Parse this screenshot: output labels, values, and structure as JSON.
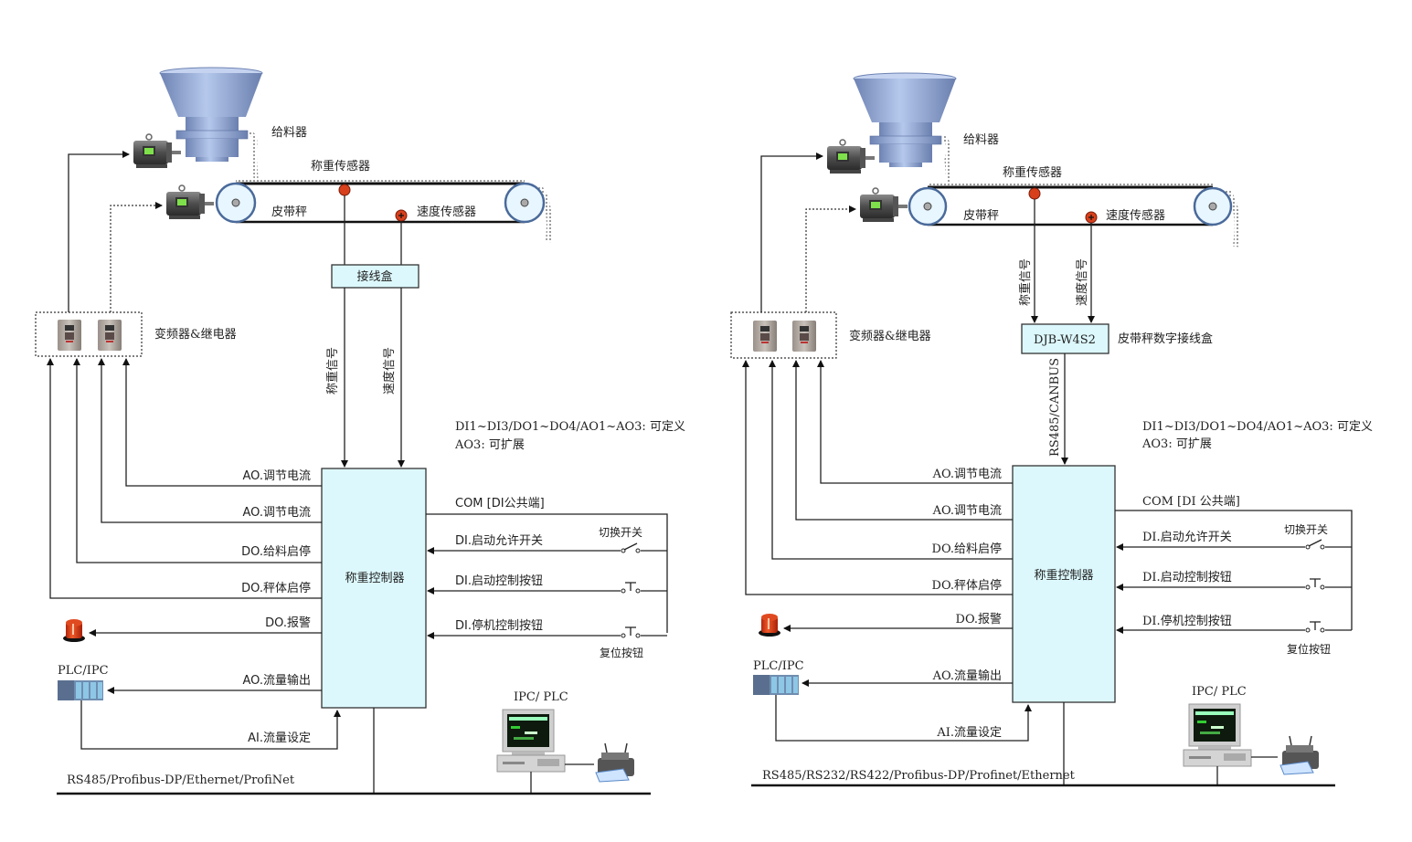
{
  "diagrams": [
    {
      "id": "left",
      "labels": {
        "feeder": "给料器",
        "weigh_sensor": "称重传感器",
        "belt_scale": "皮带秤",
        "speed_sensor": "速度传感器",
        "junction_box": "接线盒",
        "vfd_relay": "变频器&继电器",
        "weight_signal": "称重信号",
        "speed_signal": "速度信号",
        "note_line1": "DI1~DI3/DO1~DO4/AO1~AO3: 可定义",
        "note_line2": "AO3: 可扩展",
        "controller": "称重控制器",
        "com": "COM [DI公共端]",
        "di_enable": "DI.启动允许开关",
        "di_start": "DI.启动控制按钮",
        "di_stop": "DI.停机控制按钮",
        "switch": "切换开关",
        "reset_button": "复位按钮",
        "ao_current_1": "AO.调节电流",
        "ao_current_2": "AO.调节电流",
        "do_feed": "DO.给料启停",
        "do_scale": "DO.秤体启停",
        "do_alarm": "DO.报警",
        "ao_flow_out": "AO.流量输出",
        "ai_flow_set": "AI.流量设定",
        "plc_ipc": "PLC/IPC",
        "ipc_plc": "IPC/ PLC",
        "bus": "RS485/Profibus-DP/Ethernet/ProfiNet"
      }
    },
    {
      "id": "right",
      "labels": {
        "feeder": "给料器",
        "weigh_sensor": "称重传感器",
        "belt_scale": "皮带秤",
        "speed_sensor": "速度传感器",
        "junction_box": "DJB-W4S2",
        "junction_box_desc": "皮带秤数字接线盒",
        "vfd_relay": "变频器&继电器",
        "weight_signal": "称重信号",
        "speed_signal": "速度信号",
        "link": "RS485/CANBUS",
        "note_line1": "DI1~DI3/DO1~DO4/AO1~AO3:  可定义",
        "note_line2": "AO3:  可扩展",
        "controller": "称重控制器",
        "com": "COM [DI 公共端]",
        "di_enable": "DI.启动允许开关",
        "di_start": "DI.启动控制按钮",
        "di_stop": "DI.停机控制按钮",
        "switch": "切换开关",
        "reset_button": "复位按钮",
        "ao_current_1": "AO.调节电流",
        "ao_current_2": "AO.调节电流",
        "do_feed": "DO.给料启停",
        "do_scale": "DO.秤体启停",
        "do_alarm": "DO.报警",
        "ao_flow_out": "AO.流量输出",
        "ai_flow_set": "AI.流量设定",
        "plc_ipc": "PLC/IPC",
        "ipc_plc": "IPC/ PLC",
        "bus": "RS485/RS232/RS422/Profibus-DP/Profinet/Ethernet"
      }
    }
  ],
  "colors": {
    "controller_fill": "#dcf8fc",
    "sensor_red": "#d8401c",
    "hopper_blue": "#8fa6cf",
    "motor_screen": "#7ee04a"
  }
}
